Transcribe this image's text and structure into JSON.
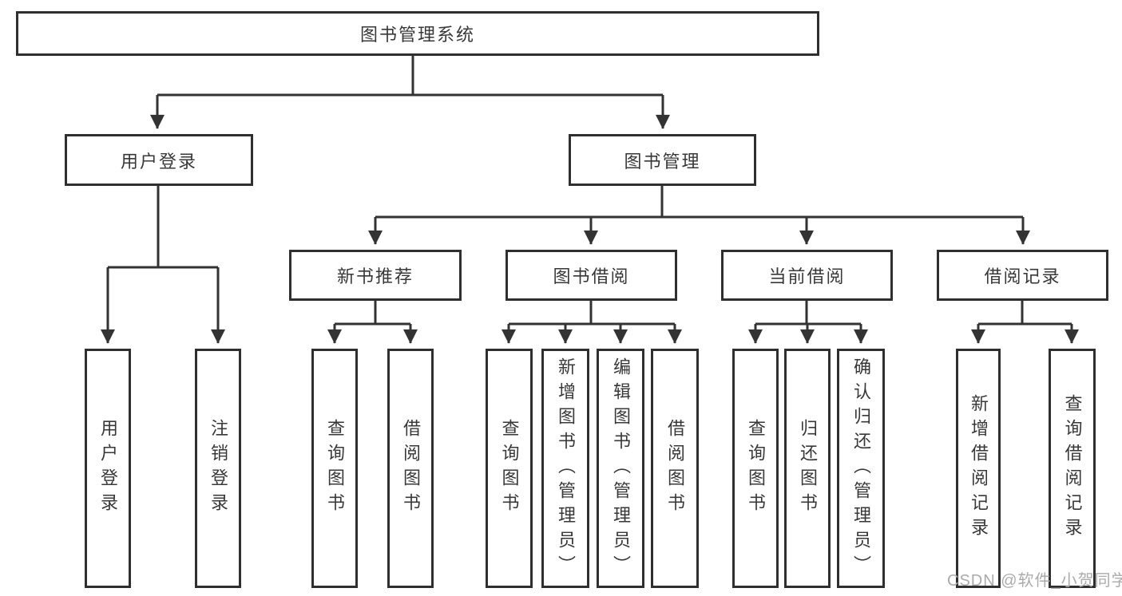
{
  "tree": {
    "label": "图书管理系统",
    "children": [
      {
        "label": "用户登录",
        "children": [
          {
            "label": "用户登录"
          },
          {
            "label": "注销登录"
          }
        ]
      },
      {
        "label": "图书管理",
        "children": [
          {
            "label": "新书推荐",
            "children": [
              {
                "label": "查询图书"
              },
              {
                "label": "借阅图书"
              }
            ]
          },
          {
            "label": "图书借阅",
            "children": [
              {
                "label": "查询图书"
              },
              {
                "label": "新增图书（管理员）"
              },
              {
                "label": "编辑图书（管理员）"
              },
              {
                "label": "借阅图书"
              }
            ]
          },
          {
            "label": "当前借阅",
            "children": [
              {
                "label": "查询图书"
              },
              {
                "label": "归还图书"
              },
              {
                "label": "确认归还（管理员）"
              }
            ]
          },
          {
            "label": "借阅记录",
            "children": [
              {
                "label": "新增借阅记录"
              },
              {
                "label": "查询借阅记录"
              }
            ]
          }
        ]
      }
    ]
  },
  "watermark": "CSDN @软件_小贺同学",
  "colors": {
    "line": "#333333",
    "box_border": "#2f2f2f",
    "text": "#383838",
    "watermark": "#ababab",
    "background": "#ffffff"
  }
}
